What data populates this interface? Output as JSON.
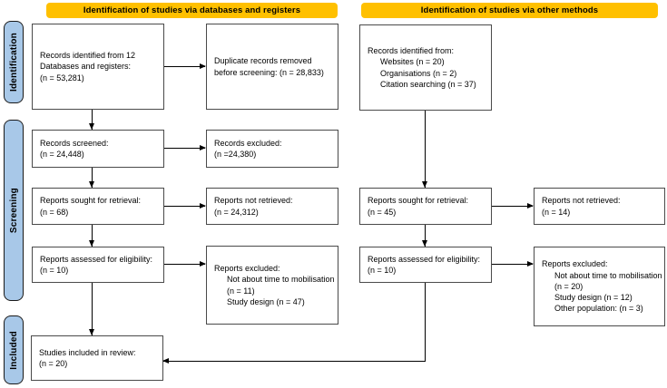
{
  "colors": {
    "header_bg": "#FFC000",
    "stage_bg": "#A8C8E8",
    "box_border": "#4a4a4a",
    "arrow": "#000000"
  },
  "headers": {
    "databases": "Identification of studies via databases and registers",
    "other": "Identification of studies via other methods"
  },
  "stages": {
    "identification": "Identification",
    "screening": "Screening",
    "included": "Included"
  },
  "boxes": {
    "records_identified_db": {
      "lines": [
        {
          "t": "Records identified from 12",
          "i": 0
        },
        {
          "t": "Databases and registers:",
          "i": 0
        },
        {
          "t": "(n = 53,281)",
          "i": 0
        }
      ]
    },
    "duplicates_removed": {
      "lines": [
        {
          "t": "Duplicate records removed",
          "i": 0
        },
        {
          "t": "before screening: (n = 28,833)",
          "i": 0
        }
      ]
    },
    "records_screened": {
      "lines": [
        {
          "t": "Records screened:",
          "i": 0
        },
        {
          "t": "(n = 24,448)",
          "i": 0
        }
      ]
    },
    "records_excluded": {
      "lines": [
        {
          "t": "Records excluded:",
          "i": 0
        },
        {
          "t": "(n =24,380)",
          "i": 0
        }
      ]
    },
    "reports_sought_db": {
      "lines": [
        {
          "t": "Reports sought for retrieval:",
          "i": 0
        },
        {
          "t": "(n = 68)",
          "i": 0
        }
      ]
    },
    "reports_not_retrieved_db": {
      "lines": [
        {
          "t": "Reports not retrieved:",
          "i": 0
        },
        {
          "t": "(n = 24,312)",
          "i": 0
        }
      ]
    },
    "reports_assessed_db": {
      "lines": [
        {
          "t": "Reports assessed for eligibility:",
          "i": 0
        },
        {
          "t": "(n = 10)",
          "i": 0
        }
      ]
    },
    "reports_excluded_db": {
      "lines": [
        {
          "t": "Reports excluded:",
          "i": 0
        },
        {
          "t": "Not about time to mobilisation",
          "i": 1
        },
        {
          "t": "(n = 11)",
          "i": 1
        },
        {
          "t": "Study design (n = 47)",
          "i": 1
        }
      ]
    },
    "studies_included": {
      "lines": [
        {
          "t": "Studies included in review:",
          "i": 0
        },
        {
          "t": "(n = 20)",
          "i": 0
        }
      ]
    },
    "records_identified_other": {
      "lines": [
        {
          "t": "Records identified from:",
          "i": 0
        },
        {
          "t": "Websites (n = 20)",
          "i": 1
        },
        {
          "t": "Organisations (n = 2)",
          "i": 1
        },
        {
          "t": "Citation searching (n = 37)",
          "i": 1
        }
      ]
    },
    "reports_sought_other": {
      "lines": [
        {
          "t": "Reports sought for retrieval:",
          "i": 0
        },
        {
          "t": "(n = 45)",
          "i": 0
        }
      ]
    },
    "reports_not_retrieved_other": {
      "lines": [
        {
          "t": "Reports not retrieved:",
          "i": 0
        },
        {
          "t": "(n = 14)",
          "i": 0
        }
      ]
    },
    "reports_assessed_other": {
      "lines": [
        {
          "t": "Reports assessed for eligibility:",
          "i": 0
        },
        {
          "t": "(n = 10)",
          "i": 0
        }
      ]
    },
    "reports_excluded_other": {
      "lines": [
        {
          "t": "Reports excluded:",
          "i": 0
        },
        {
          "t": "Not about time to mobilisation",
          "i": 1
        },
        {
          "t": "(n = 20)",
          "i": 1
        },
        {
          "t": "Study design (n = 12)",
          "i": 1
        },
        {
          "t": "Other population: (n = 3)",
          "i": 1
        }
      ]
    }
  }
}
